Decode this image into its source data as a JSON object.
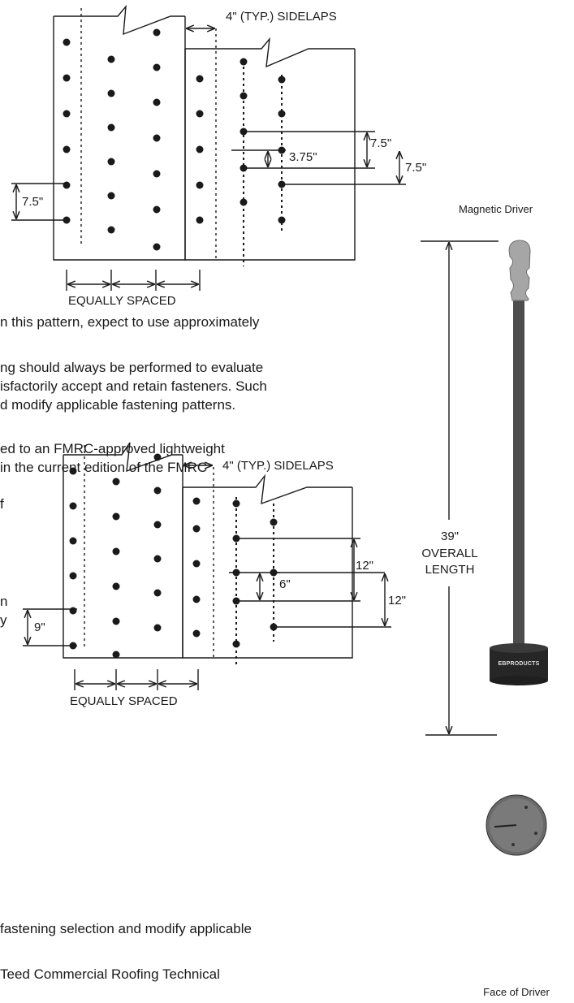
{
  "figure_top": {
    "sidelaps_label": "4\" (TYP.) SIDELAPS",
    "dim_left": "7.5\"",
    "dim_center": "3.75\"",
    "dim_right_a": "7.5\"",
    "dim_right_b": "7.5\"",
    "spacing_label": "EQUALLY SPACED"
  },
  "figure_bottom": {
    "sidelaps_label": "4\" (TYP.) SIDELAPS",
    "dim_left": "9\"",
    "dim_center": "6\"",
    "dim_right_a": "12\"",
    "dim_right_b": "12\"",
    "spacing_label": "EQUALLY SPACED"
  },
  "driver": {
    "title": "Magnetic Driver",
    "length_value": "39\"",
    "length_line1": "OVERALL",
    "length_line2": "LENGTH",
    "brand": "EBPRODUCTS",
    "face_caption": "Face of Driver"
  },
  "text_lines": [
    "n this pattern, expect to use approximately",
    "ng should always be performed to evaluate",
    "isfactorily accept and retain fasteners. Such",
    "d modify applicable fastening patterns.",
    "ed to an FMRC-approved lightweight",
    " in the current edition of the FMRC",
    "f",
    "n",
    "y",
    "fastening selection and modify applicable",
    "Teed Commercial Roofing Technical"
  ]
}
